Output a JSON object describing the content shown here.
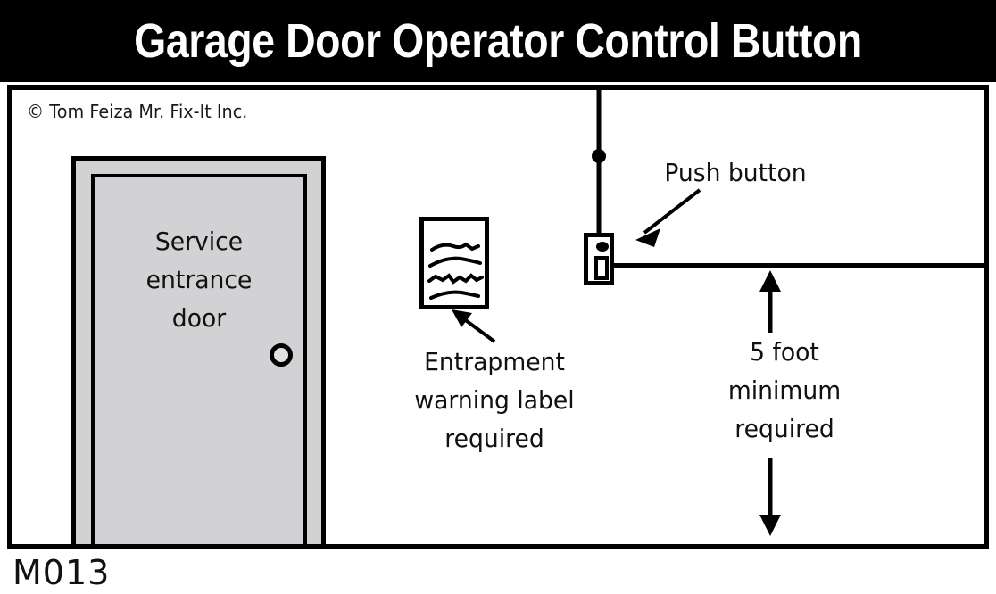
{
  "title": "Garage Door Operator Control Button",
  "copyright": "© Tom Feiza Mr. Fix-It Inc.",
  "code": "M013",
  "door": {
    "label_line1": "Service",
    "label_line2": "entrance",
    "label_line3": "door",
    "fill_color": "#d2d2d4",
    "knob": "doorknob"
  },
  "callouts": {
    "push_button": "Push button",
    "entrapment_line1": "Entrapment",
    "entrapment_line2": "warning label",
    "entrapment_line3": "required",
    "dimension_line1": "5 foot",
    "dimension_line2": "minimum",
    "dimension_line3": "required"
  },
  "colors": {
    "title_bar": "#000000",
    "title_text": "#ffffff",
    "line": "#000000",
    "background": "#ffffff"
  }
}
